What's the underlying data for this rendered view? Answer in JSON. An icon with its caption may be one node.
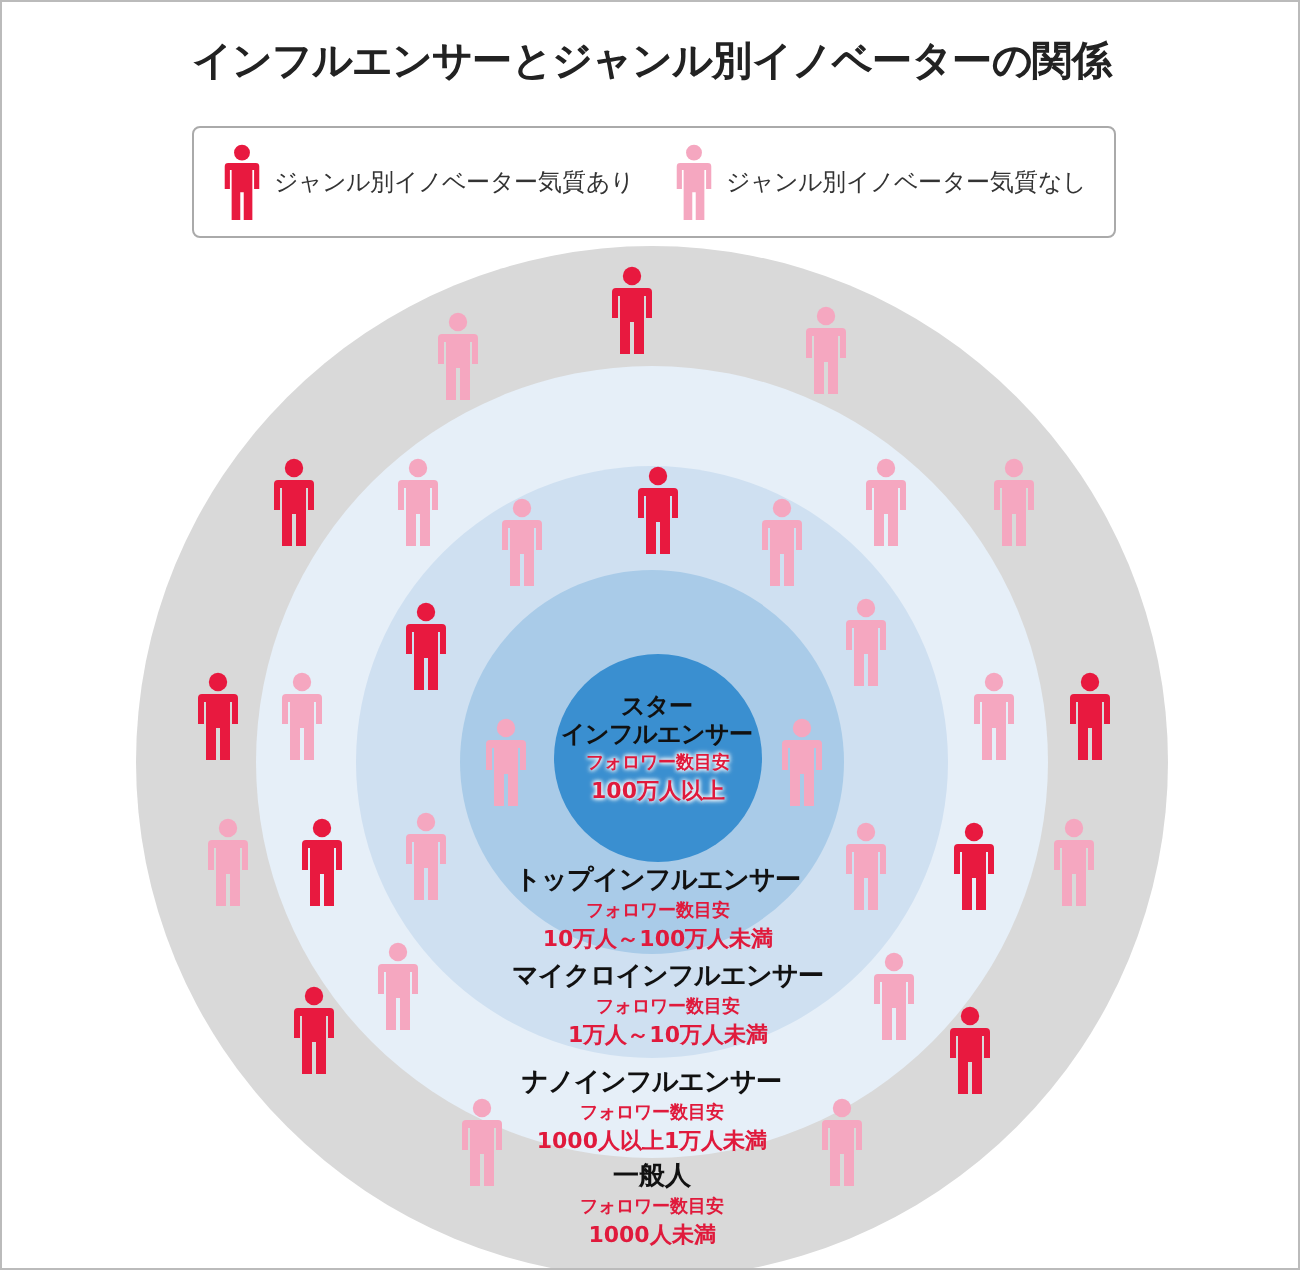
{
  "diagram": {
    "title": "インフルエンサーとジャンル別イノベーターの関係",
    "nodes": [
      {
        "text": [
          "一般人",
          "フォロワー数目安",
          "1000人未満"
        ]
      },
      {
        "text": [
          "ナノインフルエンサー",
          "フォロワー数目安",
          "1000人以上1万人未満"
        ],
        "in": 0
      },
      {
        "text": [
          "マイクロインフルエンサー",
          "フォロワー数目安",
          "1万人～10万人未満"
        ],
        "in": 1
      },
      {
        "text": [
          "トップインフルエンサー",
          "フォロワー数目安",
          "10万人～100万人未満"
        ],
        "in": 2
      },
      {
        "text": [
          "スターインフルエンサー",
          "フォロワー数目安",
          "100万人以上"
        ],
        "in": 3
      }
    ],
    "edges": [],
    "legend": [
      {
        "text": "ジャンル別イノベーター気質あり"
      },
      {
        "text": "ジャンル別イノベーター気質なし"
      }
    ]
  }
}
